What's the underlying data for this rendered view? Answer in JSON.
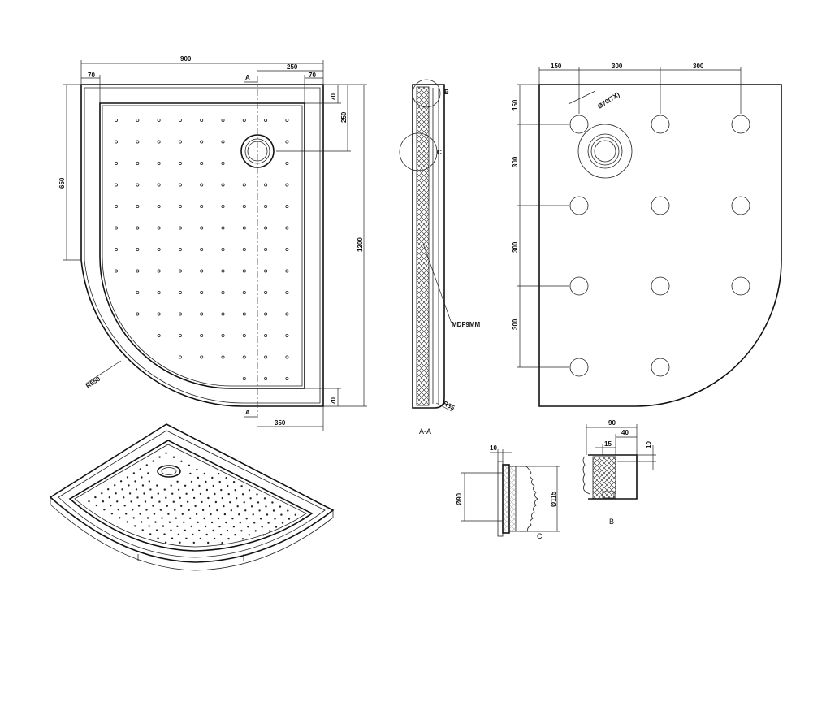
{
  "dimensions": {
    "width_900": "900",
    "left_70": "70",
    "top_250": "250",
    "right_70": "70",
    "rv_70": "70",
    "rv_250": "250",
    "height_1200": "1200",
    "left_650": "650",
    "radius_550": "R550",
    "bottom_350": "350",
    "bottom_70": "70"
  },
  "section": {
    "cut_label_top": "A",
    "cut_label_bottom": "A",
    "title": "A-A",
    "material": "MDF9MM",
    "radius": "R35",
    "detail_b": "B",
    "detail_c": "C"
  },
  "underside": {
    "d150": "150",
    "d300a": "300",
    "d300b": "300",
    "v150": "150",
    "v300a": "300",
    "v300b": "300",
    "v300c": "300",
    "hole_note": "Ø70(7X)"
  },
  "detail_c": {
    "dim_10": "10",
    "dia_90": "Ø90",
    "dia_115": "Ø115",
    "label": "C"
  },
  "detail_b": {
    "dim_90": "90",
    "dim_40": "40",
    "dim_15": "15",
    "dim_10": "10",
    "label": "B"
  }
}
